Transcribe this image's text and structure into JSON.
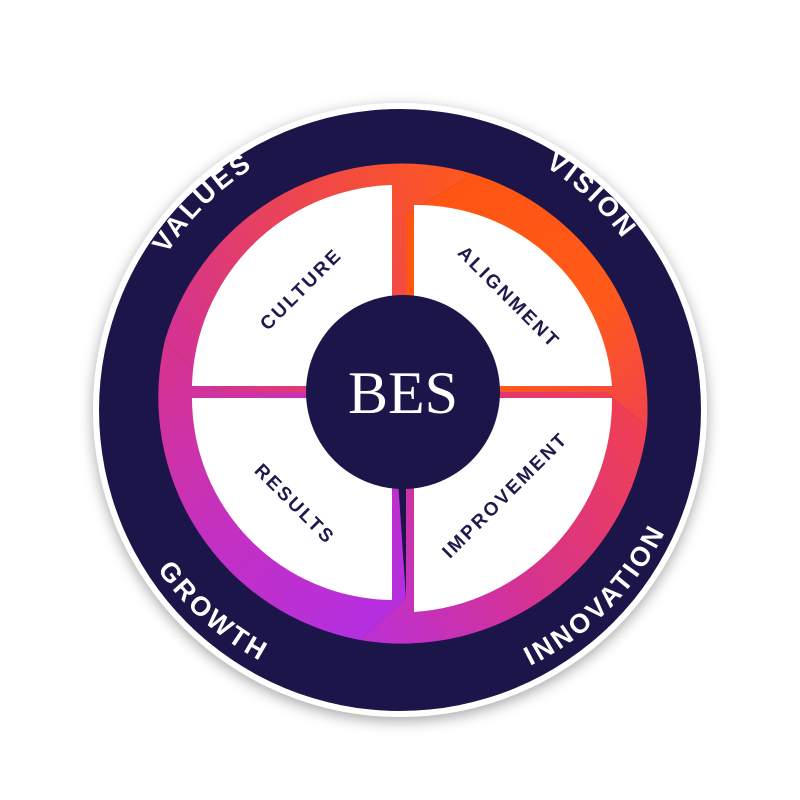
{
  "center": {
    "label": "BES"
  },
  "quadrants": {
    "top_left": "CULTURE",
    "top_right": "ALIGNMENT",
    "bottom_right": "IMPROVEMENT",
    "bottom_left": "RESULTS"
  },
  "ring": {
    "values": "VALUES",
    "vision": "VISION",
    "innovation": "INNOVATION",
    "growth": "GROWTH"
  },
  "colors": {
    "navy": "#1c1549",
    "orange": "#ff5a1a",
    "coral": "#f0444e",
    "magenta": "#d9338c",
    "purple": "#b52fe0",
    "white": "#ffffff",
    "text_dark": "#1f1a4c"
  }
}
